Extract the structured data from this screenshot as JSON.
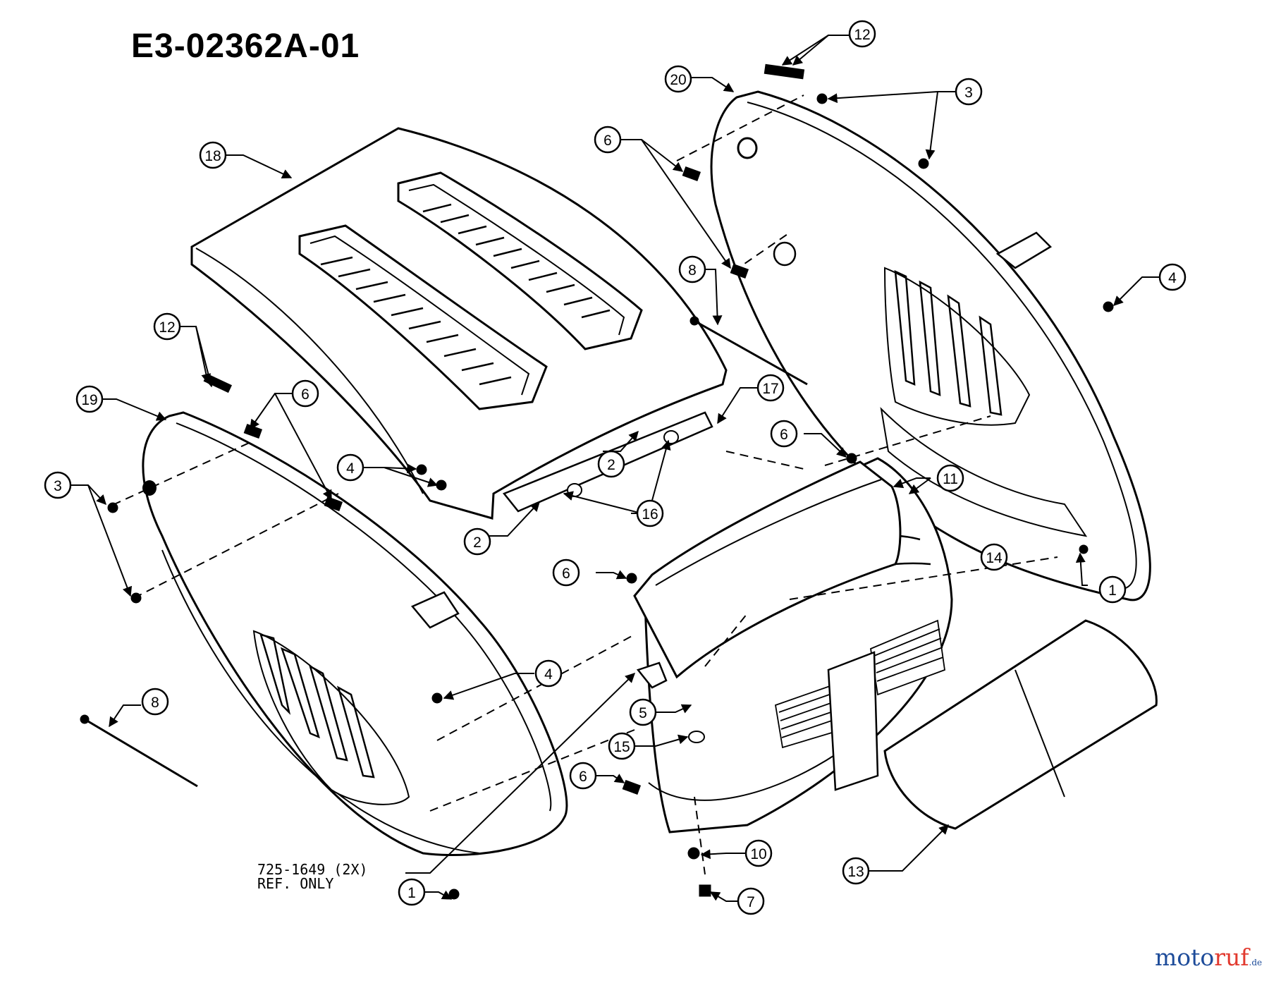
{
  "title": "E3-02362A-01",
  "ref_note": {
    "line1": "725-1649 (2X)",
    "line2": "REF. ONLY"
  },
  "watermark": {
    "part1": "moto",
    "part2": "ruf",
    "suffix": ".de"
  },
  "callouts": [
    "12",
    "20",
    "3",
    "6",
    "18",
    "8",
    "4",
    "12",
    "19",
    "3",
    "6",
    "4",
    "2",
    "17",
    "6",
    "11",
    "2",
    "16",
    "6",
    "14",
    "1",
    "4",
    "5",
    "15",
    "8",
    "6",
    "10",
    "13",
    "1",
    "7"
  ],
  "colors": {
    "ink": "#000000",
    "paper": "#ffffff",
    "brand_blue": "#1e4c9a",
    "brand_red": "#e23a2f"
  }
}
